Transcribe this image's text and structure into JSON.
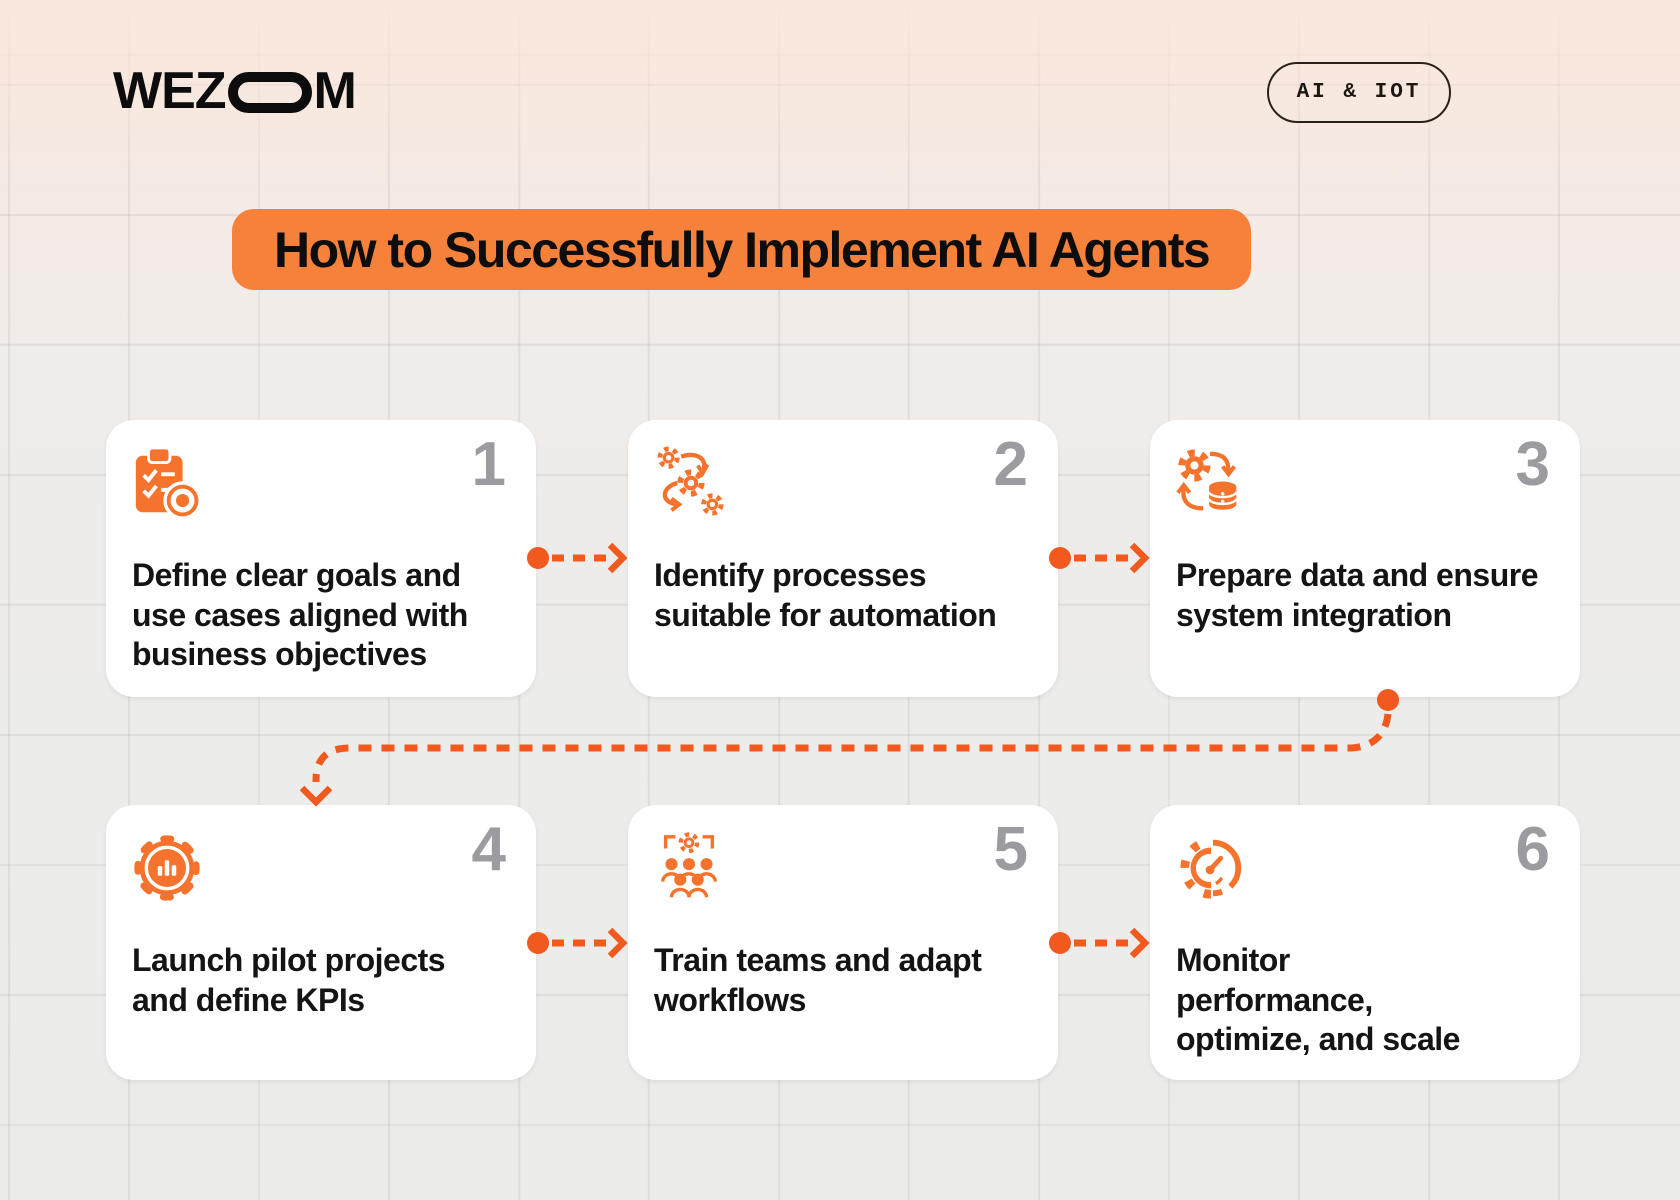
{
  "brand": {
    "logo_prefix": "WEZ",
    "logo_suffix": "M"
  },
  "badge": {
    "label": "AI & IOT"
  },
  "title": "How to Successfully Implement AI Agents",
  "steps": [
    {
      "number": "1",
      "icon": "clipboard-checklist-target-icon",
      "text": "Define clear goals and\nuse cases aligned with\nbusiness objectives"
    },
    {
      "number": "2",
      "icon": "process-gears-flow-icon",
      "text": "Identify processes\nsuitable for automation"
    },
    {
      "number": "3",
      "icon": "gear-database-sync-icon",
      "text": "Prepare data and ensure\nsystem integration"
    },
    {
      "number": "4",
      "icon": "gear-bar-chart-icon",
      "text": "Launch pilot projects\nand define KPIs"
    },
    {
      "number": "5",
      "icon": "team-gear-icon",
      "text": "Train teams and adapt\nworkflows"
    },
    {
      "number": "6",
      "icon": "gauge-gear-icon",
      "text": "Monitor\nperformance,\noptimize, and scale"
    }
  ],
  "colors": {
    "icon_orange": "#F5732C",
    "arrow_orange": "#F2591F",
    "title_background": "#F6813B",
    "number_gray": "#9B9BA0",
    "text": "#141414",
    "card_background": "#FFFFFF"
  }
}
